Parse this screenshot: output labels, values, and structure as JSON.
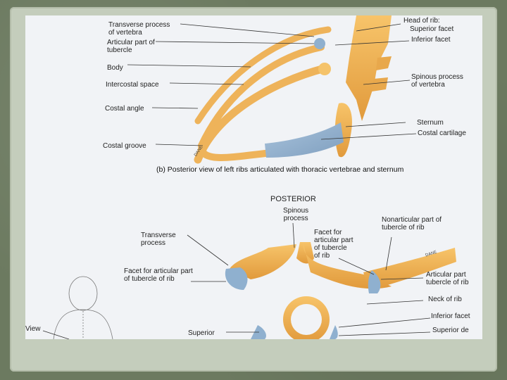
{
  "upper": {
    "left_labels": [
      "Transverse process\nof vertebra",
      "Articular part of\ntubercle",
      "Body",
      "Intercostal space",
      "Costal angle",
      "Costal groove"
    ],
    "right_labels": [
      "Head of rib:",
      "Superior facet",
      "Inferior facet",
      "Spinous process\nof vertebra",
      "Sternum",
      "Costal cartilage"
    ],
    "caption": "(b) Posterior view of left ribs articulated with thoracic vertebrae and sternum",
    "watermark": "DANE"
  },
  "lower": {
    "heading": "POSTERIOR",
    "labels": {
      "spinous": "Spinous\nprocess",
      "facet_tubercle": "Facet for\narticular part\nof tubercle\nof rib",
      "nonarticular": "Nonarticular part of\ntubercle of rib",
      "transverse": "Transverse\nprocess",
      "facet_articular": "Facet for articular part\nof tubercle of rib",
      "articular_tubercle": "Articular part\ntubercle of rib",
      "neck": "Neck of rib",
      "inferior_facet": "Inferior facet",
      "superior": "Superior",
      "superior_de": "Superior de",
      "view": "View"
    },
    "watermark": "DANE"
  }
}
